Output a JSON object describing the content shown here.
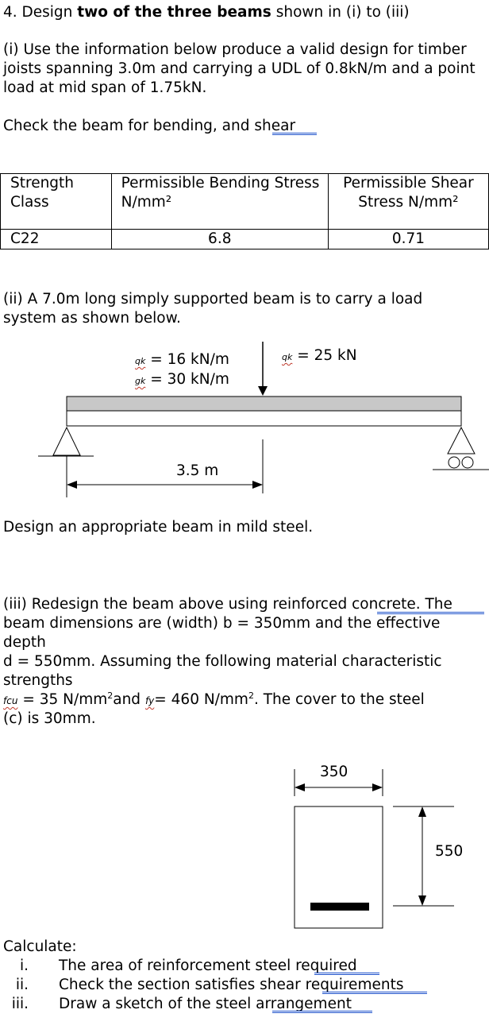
{
  "q4": {
    "heading_prefix": "4. Design ",
    "heading_bold": "two of the three beams",
    "heading_suffix": " shown in (i) to (iii)"
  },
  "part1": {
    "text": "(i) Use the information below produce a valid design for timber joists spanning 3.0m and carrying a UDL of 0.8kN/m and a point load at mid span of 1.75kN.",
    "check": "Check the beam for bending, and shear",
    "table": {
      "headers": [
        "Strength Class",
        "Permissible Bending Stress N/mm²",
        "Permissible Shear Stress N/mm²"
      ],
      "row": [
        "C22",
        "6.8",
        "0.71"
      ]
    }
  },
  "part2": {
    "text": "(ii) A 7.0m long simply supported beam is to carry a load system as shown below.",
    "qk_udl": "= 16 kN/m",
    "gk_udl": "= 30 kN/m",
    "qk_point": "= 25 kN",
    "qk_symbol": "qk",
    "gk_symbol": "gk",
    "dimension": "3.5 m",
    "design": "Design an appropriate beam in mild steel."
  },
  "part3": {
    "line1": "(iii) Redesign the beam above using reinforced concrete. The",
    "line2": "beam dimensions are (width) b = 350mm and the effective",
    "line3": "depth",
    "line4": "d = 550mm.  Assuming the following material characteristic",
    "line5": "strengths",
    "fcu_symbol": "fcu",
    "fcu_value": " = 35 N/mm",
    "fcu_and": "and ",
    "fy_symbol": "fy",
    "fy_value": "= 460 N/mm",
    "fy_tail": ".  The cover to the steel",
    "line7": "(c) is 30mm.",
    "width_label": "350",
    "depth_label": "550"
  },
  "calculate": {
    "title": "Calculate:",
    "items": [
      {
        "num": "i.",
        "text": "The area of reinforcement steel required"
      },
      {
        "num": "ii.",
        "text": "Check the section satisfies shear requirements"
      },
      {
        "num": "iii.",
        "text": "Draw a sketch of the steel arrangement"
      }
    ]
  }
}
